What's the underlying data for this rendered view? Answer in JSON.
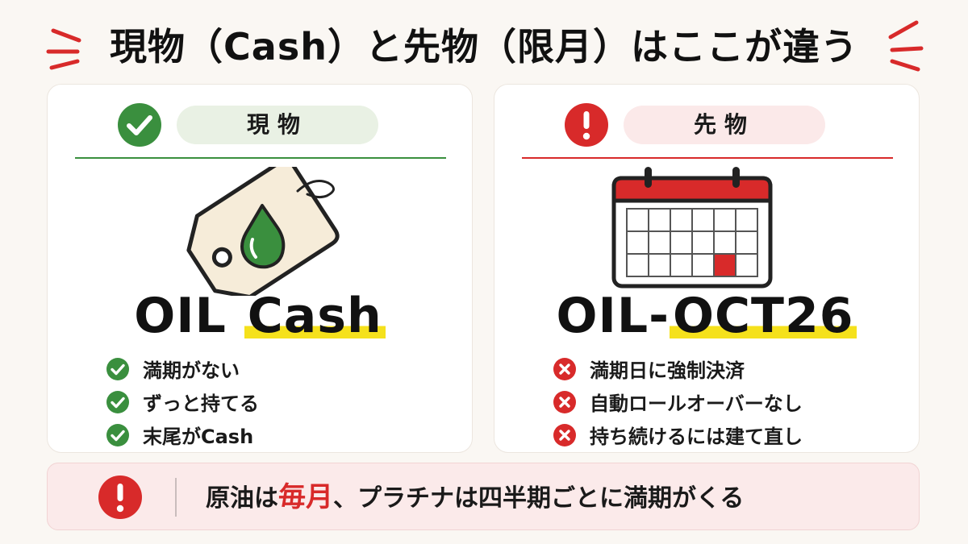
{
  "title": "現物（Cash）と先物（限月）はここが違う",
  "colors": {
    "green": "#3a8f3e",
    "red": "#d82a2a",
    "highlight": "#f5e11c"
  },
  "left": {
    "head_icon": "check-circle-icon",
    "heading": "現物",
    "illustration": "oil-drop-price-tag",
    "ticker_prefix": "OIL ",
    "ticker_highlight": "Cash",
    "features": [
      {
        "icon": "check-icon",
        "text": "満期がない"
      },
      {
        "icon": "check-icon",
        "text": "ずっと持てる"
      },
      {
        "icon": "check-icon",
        "text": "末尾がCash"
      }
    ]
  },
  "right": {
    "head_icon": "exclamation-circle-icon",
    "heading": "先物",
    "illustration": "calendar-with-marked-day",
    "ticker_prefix": "OIL-",
    "ticker_highlight": "OCT26",
    "features": [
      {
        "icon": "cross-icon",
        "text": "満期日に強制決済"
      },
      {
        "icon": "cross-icon",
        "text": "自動ロールオーバーなし"
      },
      {
        "icon": "cross-icon",
        "text": "持ち続けるには建て直し"
      }
    ]
  },
  "banner": {
    "icon": "exclamation-circle-icon",
    "prefix": "原油は",
    "emphasis": "毎月",
    "suffix": "、プラチナは四半期ごとに満期がくる"
  }
}
